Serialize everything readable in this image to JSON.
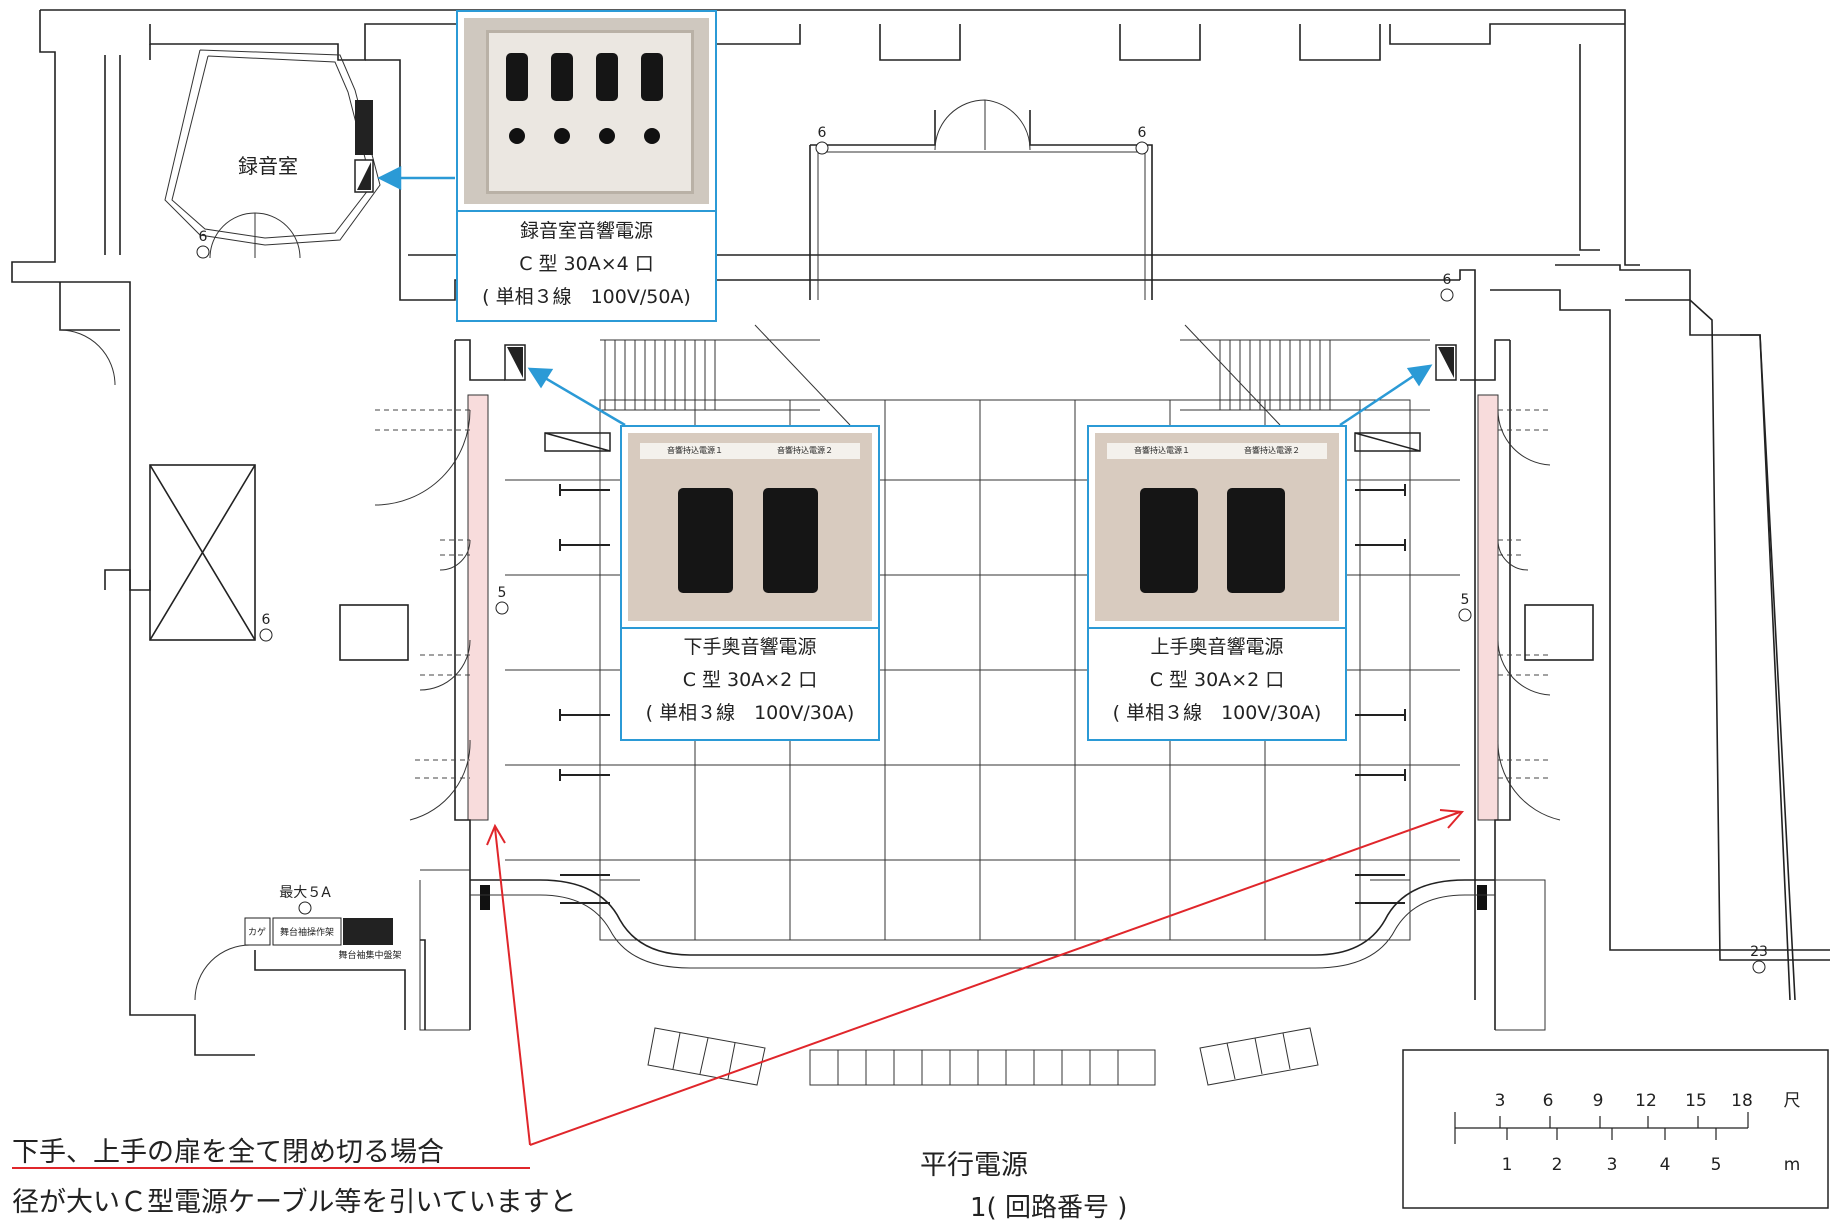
{
  "rooms": {
    "recording_room": "録音室"
  },
  "callouts": [
    {
      "id": "recording",
      "title": "録音室音響電源",
      "spec": "C 型 30A×4 口",
      "wiring": "( 単相３線　100V/50A)"
    },
    {
      "id": "shimote",
      "title": "下手奥音響電源",
      "spec": "C 型 30A×2 口",
      "wiring": "( 単相３線　100V/30A)",
      "photo_labels": [
        "音響持込電源１",
        "音響持込電源２"
      ]
    },
    {
      "id": "kamite",
      "title": "上手奥音響電源",
      "spec": "C 型 30A×2 口",
      "wiring": "( 単相３線　100V/30A)",
      "photo_labels": [
        "音響持込電源１",
        "音響持込電源２"
      ]
    }
  ],
  "outlet_labels": [
    "6",
    "6",
    "6",
    "6",
    "6",
    "5",
    "5",
    "23"
  ],
  "max_label": "最大５A",
  "panel_labels": {
    "kage": "カゲ",
    "operation": "舞台袖操作架",
    "central": "舞台袖集中盤架"
  },
  "notes": {
    "door_note": "下手、上手の扉を全て閉め切る場合",
    "cable_note": "径が大いＣ型電源ケーブル等を引いていますと"
  },
  "legend": {
    "title": "平行電源",
    "circuit": "1( 回路番号 )"
  },
  "scale": {
    "shaku_ticks": [
      "3",
      "6",
      "9",
      "12",
      "15",
      "18"
    ],
    "shaku_unit": "尺",
    "meter_ticks": [
      "1",
      "2",
      "3",
      "4",
      "5"
    ],
    "meter_unit": "m"
  },
  "colors": {
    "callout_border": "#2b9ad6",
    "arrow_blue": "#2b9ad6",
    "arrow_red": "#e0262b",
    "door_strip": "#f8dcdc"
  }
}
